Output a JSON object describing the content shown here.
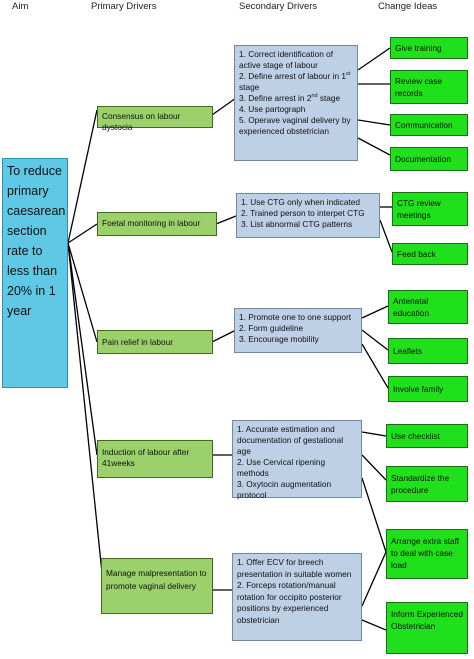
{
  "headers": {
    "aim": "Aim",
    "primary": "Primary Drivers",
    "secondary": "Secondary Drivers",
    "change": "Change Ideas"
  },
  "aim": "To reduce primary caesarean section rate to less than 20% in 1 year",
  "primary_drivers": [
    "Consensus on labour dystocia",
    "Foetal monitoring in labour",
    "Pain relief in labour",
    "Induction of labour after 41weeks",
    "Manage malpresentation to promote vaginal delivery"
  ],
  "secondary_drivers": {
    "g1": {
      "l1": "1. Correct identification of active stage of labour",
      "l2a": "2. Define arrest of labour in 1",
      "l2sup": "st",
      "l2b": " stage",
      "l3a": "3. Define arrest in 2",
      "l3sup": "nd",
      "l3b": " stage",
      "l4": "4. Use partograph",
      "l5": "5. Operave vaginal delivery by experienced obstetrician"
    },
    "g2": [
      "1. Use CTG only when indicated",
      "2. Trained person to interpet CTG",
      "3. List abnormal CTG patterns"
    ],
    "g3": [
      "1. Promote one to one support",
      "2. Form guideline",
      "3. Encourage mobility"
    ],
    "g4": [
      "1. Accurate estimation and documentation of gestational age",
      "2. Use Cervical ripening methods",
      "3. Oxytocin augmentation protocol"
    ],
    "g5": [
      "1. Offer ECV for breech presentation in suitable women",
      "2. Forceps rotation/manual rotation for occipito posterior positions by experienced obstetrician"
    ]
  },
  "change_ideas": [
    "Give training",
    "Review case records",
    "Communication",
    "Documentation",
    "CTG review meetings",
    "Feed back",
    "Antenatal education",
    "Leaflets",
    "Involve family",
    "Use checklist",
    "Standardize the procedure",
    "Arrange extra staff to deal with case load",
    "Inform Experienced Obstetrician"
  ]
}
